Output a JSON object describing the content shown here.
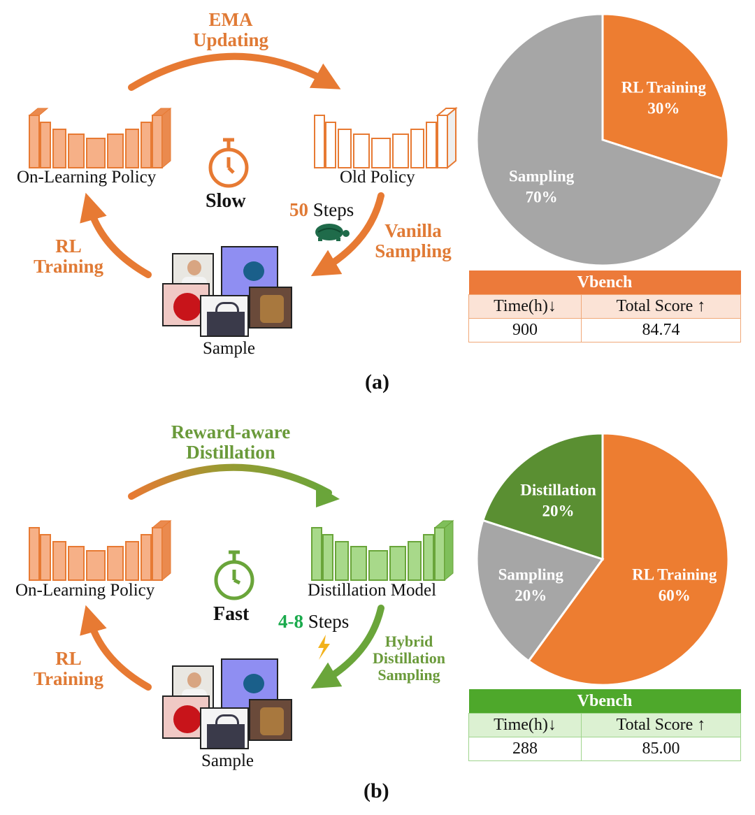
{
  "panel_a": {
    "top_arrow_label": [
      "EMA",
      "Updating"
    ],
    "left_model": "On-Learning Policy",
    "right_model": "Old Policy",
    "speed": "Slow",
    "steps_number": "50",
    "steps_word": "Steps",
    "sampling_label": [
      "Vanilla",
      "Sampling"
    ],
    "training_label": [
      "RL",
      "Training"
    ],
    "sample": "Sample",
    "table": {
      "title": "Vbench",
      "headers": [
        "Time(h)↓",
        "Total Score ↑"
      ],
      "values": [
        "900",
        "84.74"
      ]
    },
    "caption": "(a)",
    "colors": {
      "accent": "#e77a33",
      "header_bg": "#ec7a3a",
      "row_bg": "#fbe3d6",
      "border": "#f0a878"
    }
  },
  "panel_b": {
    "top_arrow_label": [
      "Reward-aware",
      "Distillation"
    ],
    "left_model": "On-Learning Policy",
    "right_model": "Distillation Model",
    "speed": "Fast",
    "steps_number": "4-8",
    "steps_word": "Steps",
    "sampling_label": [
      "Hybrid",
      "Distillation",
      "Sampling"
    ],
    "training_label": [
      "RL",
      "Training"
    ],
    "sample": "Sample",
    "table": {
      "title": "Vbench",
      "headers": [
        "Time(h)↓",
        "Total Score ↑"
      ],
      "values": [
        "288",
        "85.00"
      ]
    },
    "caption": "(b)",
    "colors": {
      "accent": "#6aa53a",
      "header_bg": "#4ea82b",
      "row_bg": "#dcf1d2",
      "border": "#9fd48c"
    }
  },
  "chart_data": [
    {
      "type": "pie",
      "slices": [
        {
          "label": "RL Training",
          "value": 30,
          "display": "30%",
          "color": "#ed7d31"
        },
        {
          "label": "Sampling",
          "value": 70,
          "display": "70%",
          "color": "#a6a6a6"
        }
      ]
    },
    {
      "type": "pie",
      "slices": [
        {
          "label": "RL Training",
          "value": 60,
          "display": "60%",
          "color": "#ed7d31"
        },
        {
          "label": "Sampling",
          "value": 20,
          "display": "20%",
          "color": "#a6a6a6"
        },
        {
          "label": "Distillation",
          "value": 20,
          "display": "20%",
          "color": "#5a8f32"
        }
      ]
    }
  ]
}
